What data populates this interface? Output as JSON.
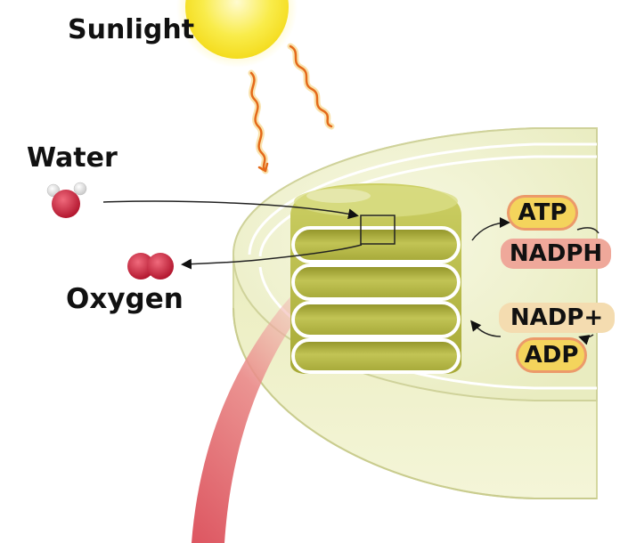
{
  "labels": {
    "sunlight": "Sunlight",
    "water": "Water",
    "oxygen": "Oxygen",
    "atp": "ATP",
    "nadph": "NADPH",
    "nadp_plus": "NADP+",
    "adp": "ADP"
  },
  "colors": {
    "sun": "#f7e52e",
    "light_wave": "#e8731c",
    "chloroplast": "#eef0c8",
    "thylakoid": "#b9b941",
    "water_molecule": "#c8233c",
    "oxygen_molecule": "#c8233c",
    "molecule_halo_orange": "#f2b062",
    "molecule_halo_pink": "#efa89a",
    "molecule_halo_yellow": "#f4d45c"
  }
}
